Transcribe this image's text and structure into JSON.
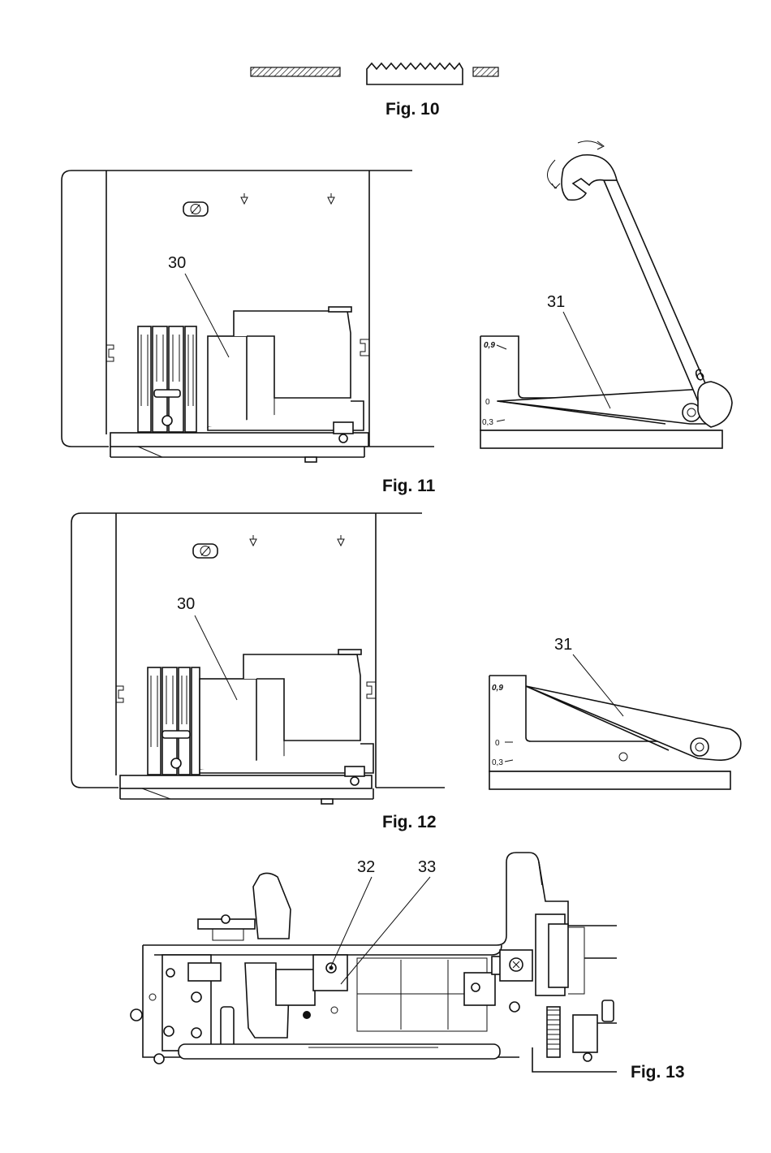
{
  "figures": {
    "fig10": {
      "caption": "Fig. 10"
    },
    "fig11": {
      "caption": "Fig. 11",
      "label_needle_plate": "30",
      "label_gauge": "31",
      "gauge_marks": {
        "high": "0,9",
        "zero": "0",
        "low": "0,3"
      }
    },
    "fig12": {
      "caption": "Fig. 12",
      "label_needle_plate": "30",
      "label_gauge": "31",
      "gauge_marks": {
        "high": "0,9",
        "zero": "0",
        "low": "0,3"
      }
    },
    "fig13": {
      "caption": "Fig. 13",
      "label_screw_a": "32",
      "label_screw_b": "33"
    }
  },
  "wrench_size": "6"
}
